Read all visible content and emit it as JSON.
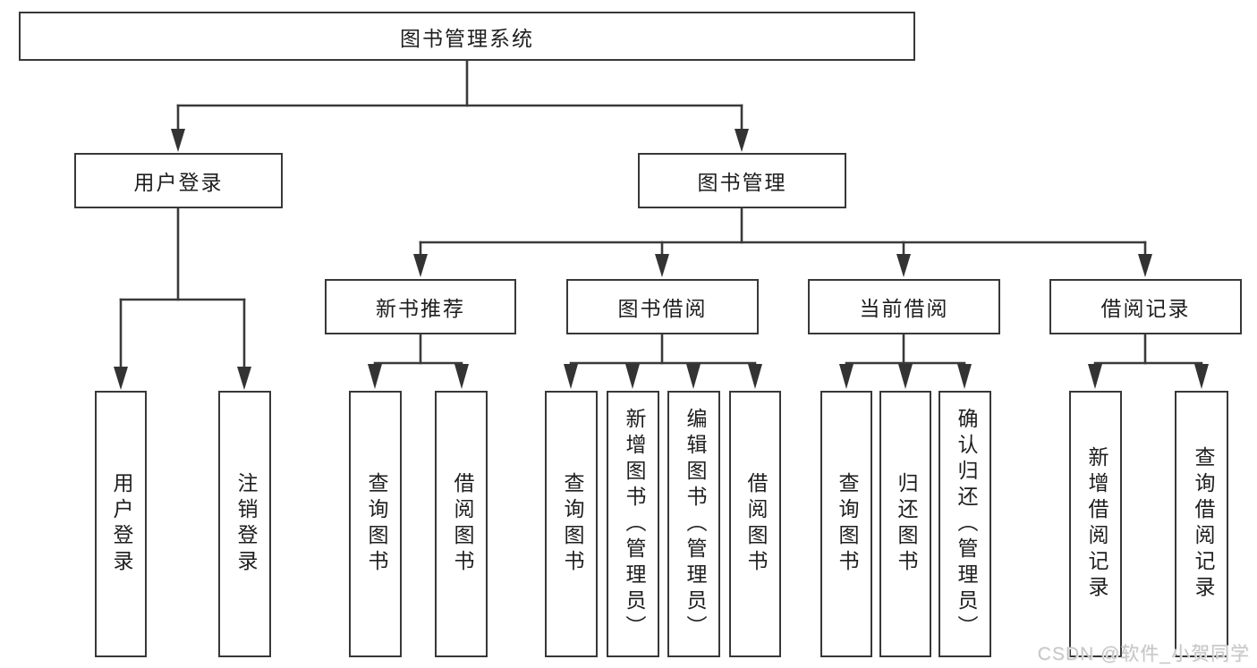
{
  "diagram": {
    "root": {
      "label": "图书管理系统"
    },
    "branches": [
      {
        "label": "用户登录",
        "children": [
          {
            "label": "用户登录"
          },
          {
            "label": "注销登录"
          }
        ]
      },
      {
        "label": "图书管理",
        "children": [
          {
            "label": "新书推荐",
            "children": [
              {
                "label": "查询图书"
              },
              {
                "label": "借阅图书"
              }
            ]
          },
          {
            "label": "图书借阅",
            "children": [
              {
                "label": "查询图书"
              },
              {
                "label": "新增图书（管理员）"
              },
              {
                "label": "编辑图书（管理员）"
              },
              {
                "label": "借阅图书"
              }
            ]
          },
          {
            "label": "当前借阅",
            "children": [
              {
                "label": "查询图书"
              },
              {
                "label": "归还图书"
              },
              {
                "label": "确认归还（管理员）"
              }
            ]
          },
          {
            "label": "借阅记录",
            "children": [
              {
                "label": "新增借阅记录"
              },
              {
                "label": "查询借阅记录"
              }
            ]
          }
        ]
      }
    ]
  },
  "watermark": {
    "text": "CSDN @软件_小贺同学"
  },
  "colors": {
    "line": "#3a3a3a",
    "box_border": "#383838",
    "text": "#1e1e1e",
    "watermark": "#c7c7c7",
    "background": "#ffffff"
  }
}
